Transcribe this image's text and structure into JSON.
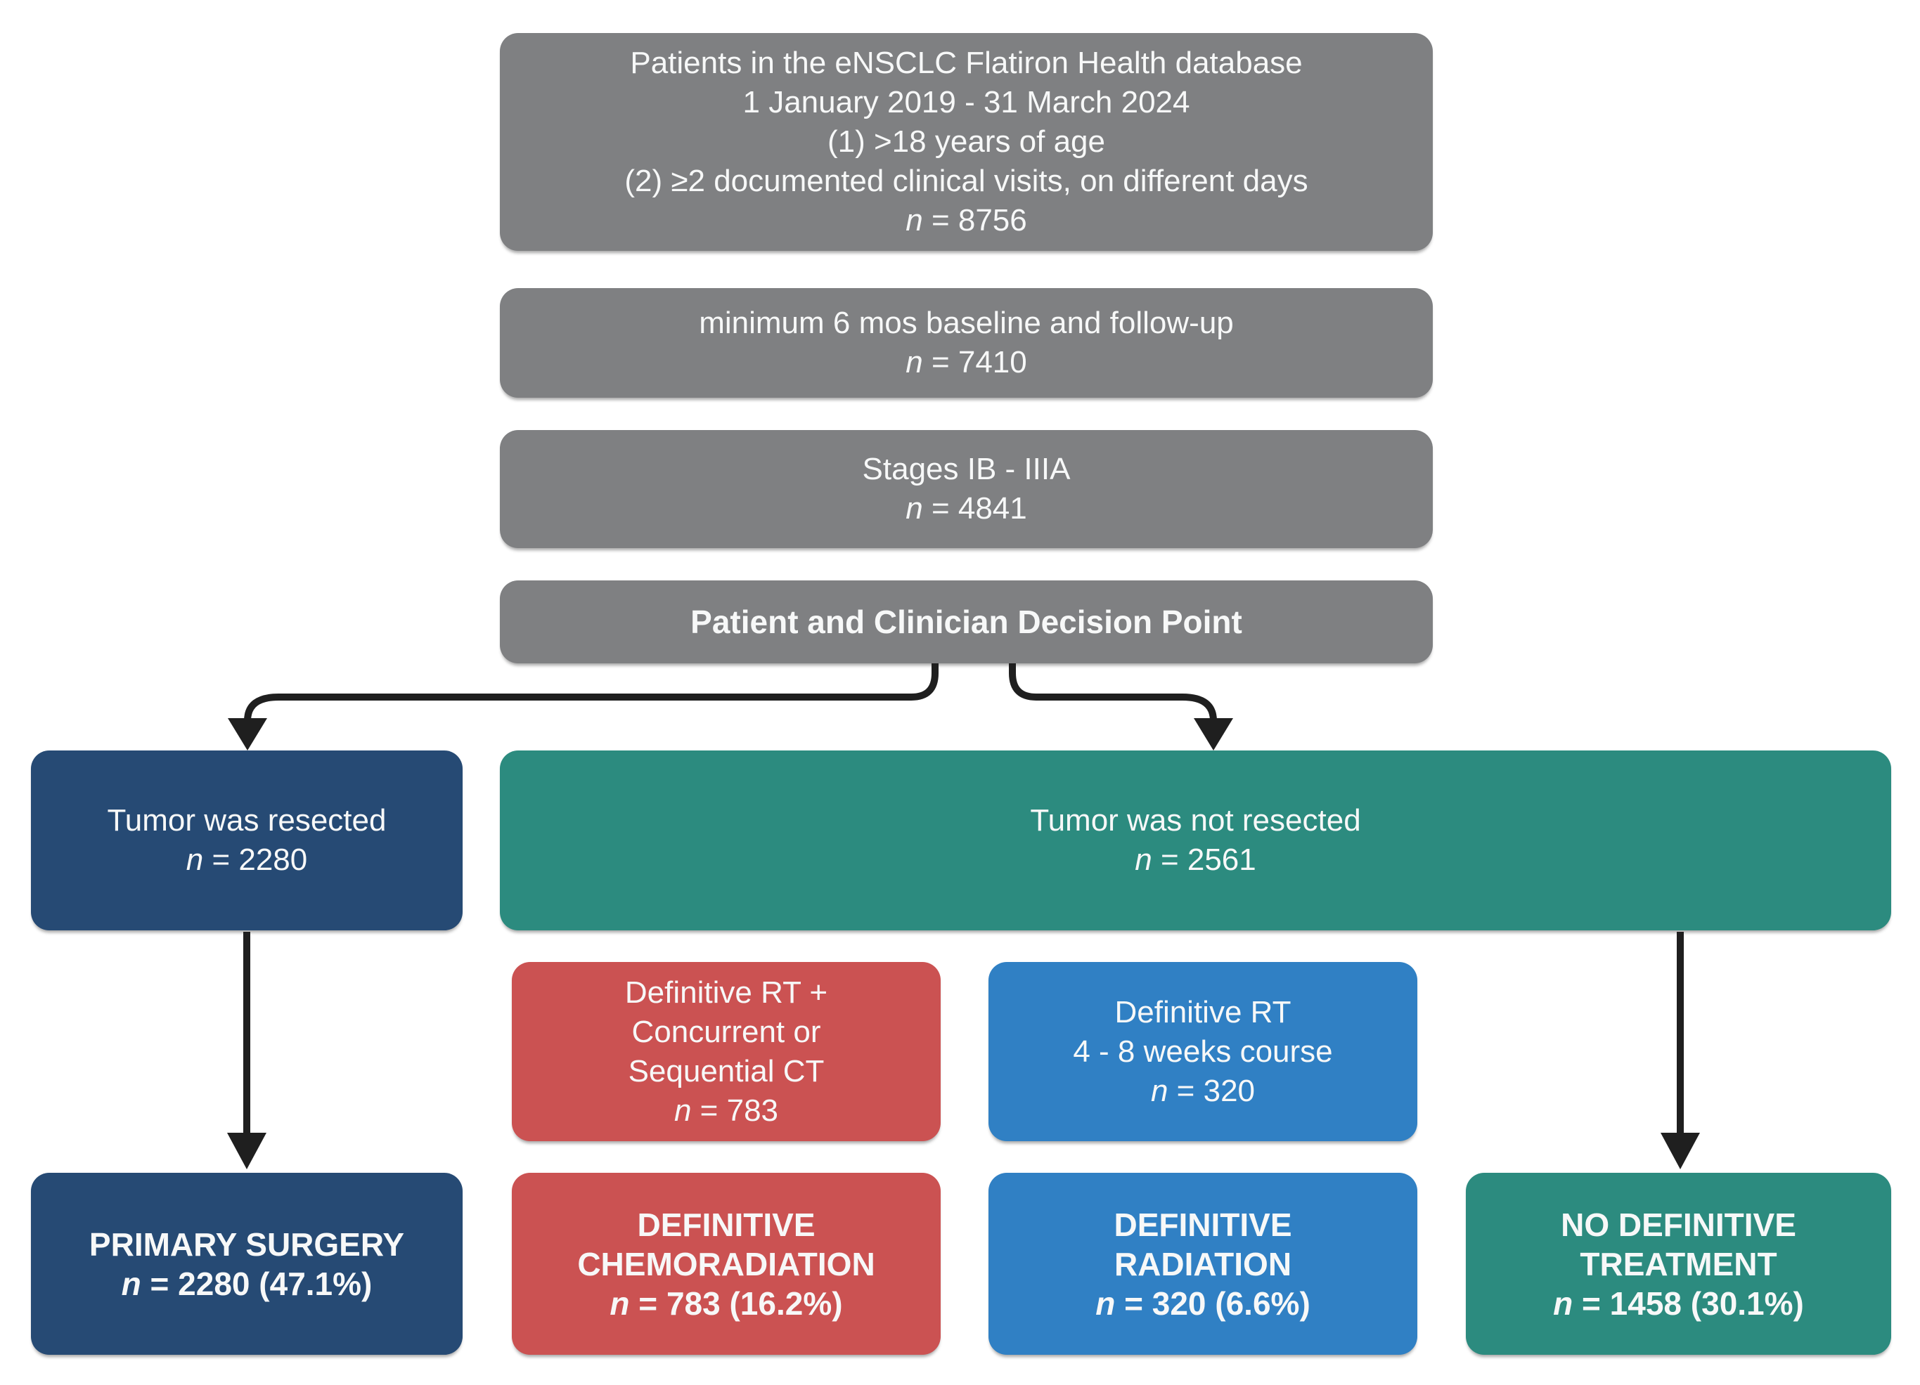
{
  "title": "eNSCLC Flatiron Health patient selection and treatment flowchart",
  "colors": {
    "gray": "#7f8082",
    "navy": "#264a74",
    "teal": "#2c8b7f",
    "red": "#cb5252",
    "blue": "#3080c4",
    "arrow": "#1f1f1f",
    "box_text": "#f7f8f8",
    "background": "#ffffff"
  },
  "flowchart": {
    "boxes": [
      {
        "id": "db",
        "fill": "gray",
        "lines": [
          "Patients in the eNSCLC Flatiron Health database",
          "1 January 2019 - 31 March 2024",
          "(1) >18 years of age",
          "(2) ≥2 documented clinical visits, on different days",
          "n = 8756"
        ]
      },
      {
        "id": "baseline",
        "fill": "gray",
        "lines": [
          "minimum 6 mos baseline and follow-up",
          "n = 7410"
        ]
      },
      {
        "id": "stages",
        "fill": "gray",
        "lines": [
          "Stages IB - IIIA",
          "n = 4841"
        ]
      },
      {
        "id": "decision",
        "fill": "gray",
        "bold": true,
        "lines": [
          "Patient and Clinician Decision Point"
        ]
      },
      {
        "id": "resected",
        "fill": "navy",
        "lines": [
          "Tumor was resected",
          "n = 2280"
        ]
      },
      {
        "id": "not-resected",
        "fill": "teal",
        "lines": [
          "Tumor was not resected",
          "n = 2561"
        ]
      },
      {
        "id": "crt",
        "fill": "red",
        "lines": [
          "Definitive RT +",
          "Concurrent or",
          "Sequential CT",
          "n = 783"
        ]
      },
      {
        "id": "rt",
        "fill": "blue",
        "lines": [
          "Definitive RT",
          "4 - 8 weeks course",
          "n = 320"
        ]
      },
      {
        "id": "primary-surgery",
        "fill": "navy",
        "bold": true,
        "lines": [
          "PRIMARY SURGERY",
          "n = 2280 (47.1%)"
        ]
      },
      {
        "id": "chemoradiation",
        "fill": "red",
        "bold": true,
        "lines": [
          "DEFINITIVE",
          "CHEMORADIATION",
          "n = 783 (16.2%)"
        ]
      },
      {
        "id": "radiation",
        "fill": "blue",
        "bold": true,
        "lines": [
          "DEFINITIVE",
          "RADIATION",
          "n = 320 (6.6%)"
        ]
      },
      {
        "id": "no-treatment",
        "fill": "teal",
        "bold": true,
        "lines": [
          "NO DEFINITIVE",
          "TREATMENT",
          "n = 1458 (30.1%)"
        ]
      }
    ]
  }
}
